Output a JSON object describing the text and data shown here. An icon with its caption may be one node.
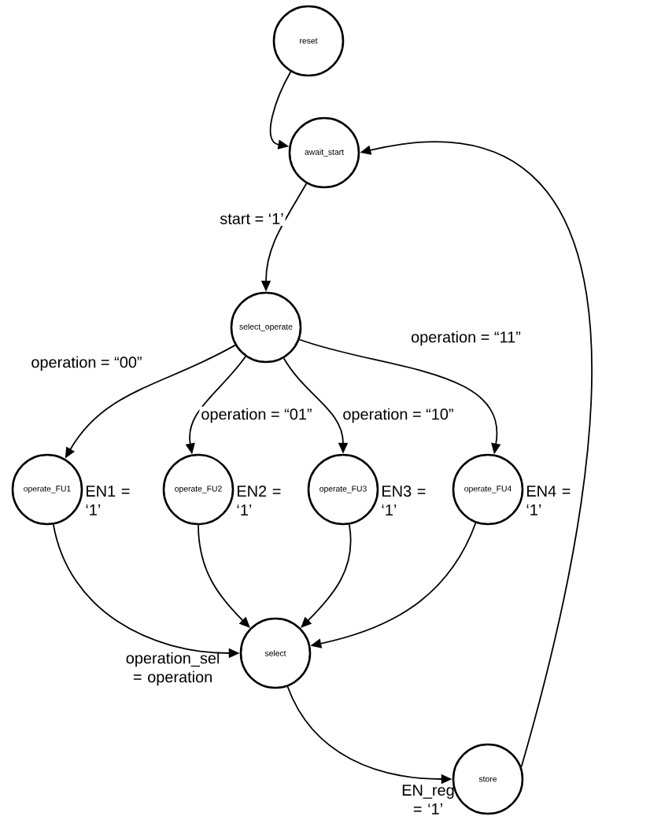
{
  "diagram": {
    "nodes": [
      {
        "text": [
          "reset"
        ]
      },
      {
        "text": [
          "await_start"
        ]
      },
      {
        "text": [
          "select_operate"
        ]
      },
      {
        "text": [
          "operate_FU1"
        ],
        "beside": [
          "EN1 = ‘1’"
        ]
      },
      {
        "text": [
          "operate_FU2"
        ],
        "beside": [
          "EN2 = ‘1’"
        ]
      },
      {
        "text": [
          "operate_FU3"
        ],
        "beside": [
          "EN3 = ‘1’"
        ]
      },
      {
        "text": [
          "operate_FU4"
        ],
        "beside": [
          "EN4 = ‘1’"
        ]
      },
      {
        "text": [
          "select"
        ],
        "beside": [
          "operation_sel = operation"
        ]
      },
      {
        "text": [
          "store"
        ],
        "beside": [
          "EN_reg = ‘1’"
        ]
      }
    ],
    "edges": [
      {
        "from": 0,
        "to": 1,
        "arrow": "to"
      },
      {
        "from": 1,
        "to": 2,
        "arrow": "to",
        "label": "start = ‘1’"
      },
      {
        "from": 2,
        "to": 3,
        "arrow": "to",
        "label": "operation = “00”"
      },
      {
        "from": 2,
        "to": 4,
        "arrow": "to",
        "label": "operation = “01”"
      },
      {
        "from": 2,
        "to": 5,
        "arrow": "to",
        "label": "operation = “10”"
      },
      {
        "from": 2,
        "to": 6,
        "arrow": "to",
        "label": "operation = “11”"
      },
      {
        "from": 3,
        "to": 7,
        "arrow": "to"
      },
      {
        "from": 4,
        "to": 7,
        "arrow": "to"
      },
      {
        "from": 5,
        "to": 7,
        "arrow": "to"
      },
      {
        "from": 6,
        "to": 7,
        "arrow": "to"
      },
      {
        "from": 7,
        "to": 8,
        "arrow": "to"
      },
      {
        "from": 8,
        "to": 1,
        "arrow": "to"
      }
    ]
  }
}
